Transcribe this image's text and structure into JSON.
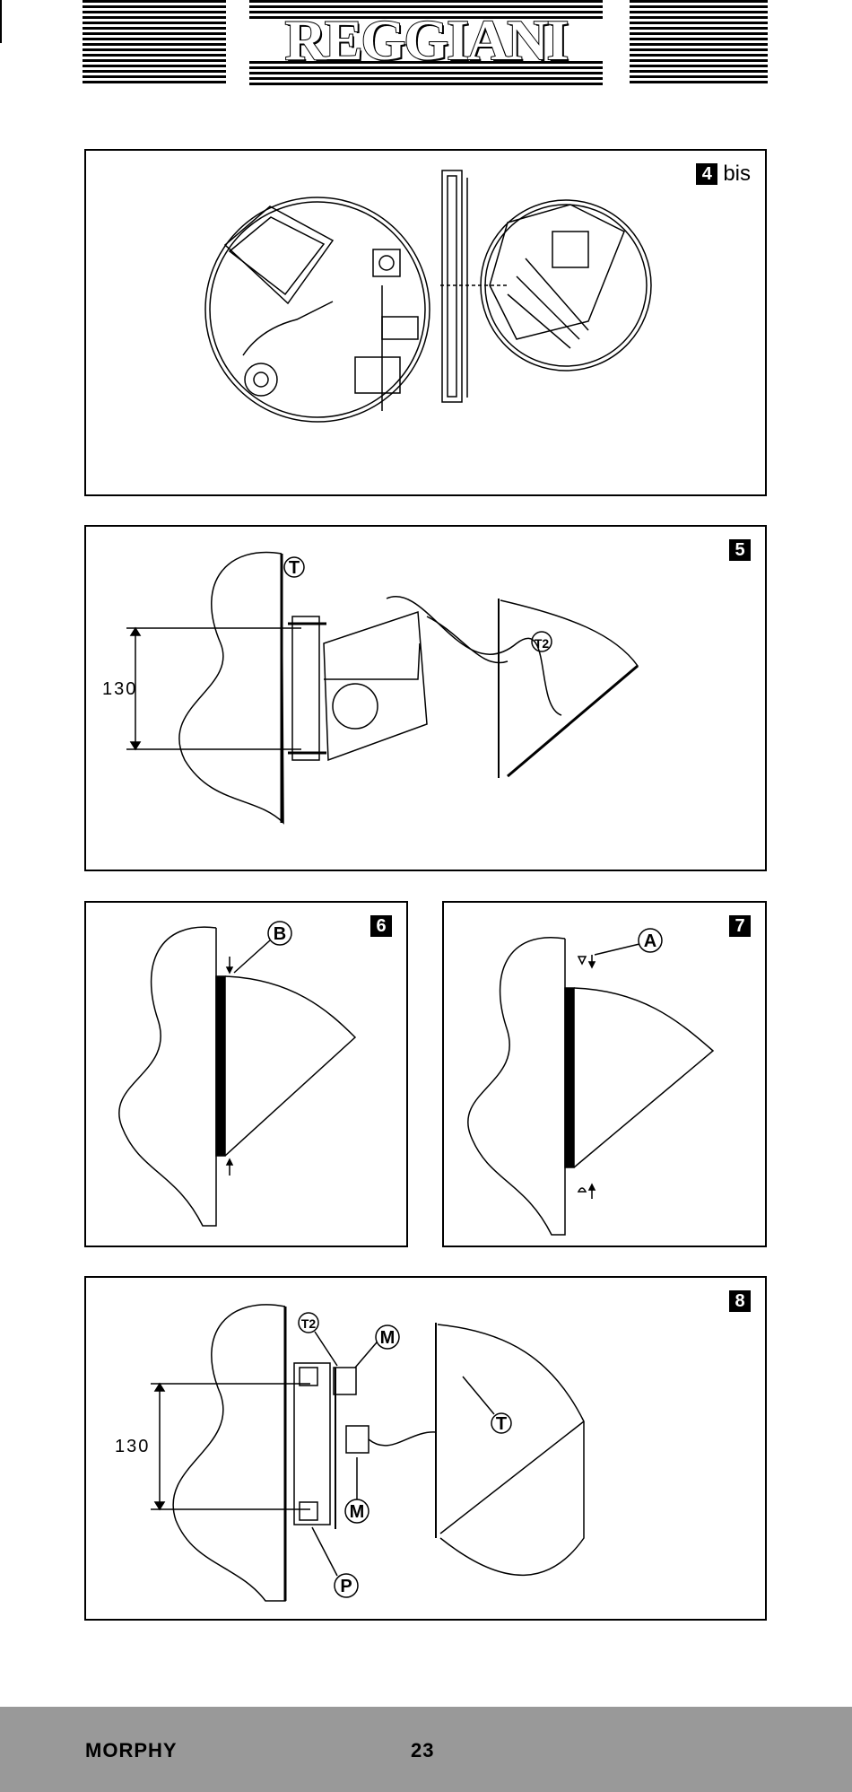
{
  "header": {
    "brand": "REGGIANI"
  },
  "figures": [
    {
      "number": "4",
      "suffix": "bis"
    },
    {
      "number": "5",
      "suffix": "",
      "dimension": "130",
      "callouts": [
        "T",
        "T2"
      ]
    },
    {
      "number": "6",
      "suffix": "",
      "callouts": [
        "B"
      ]
    },
    {
      "number": "7",
      "suffix": "",
      "callouts": [
        "A"
      ]
    },
    {
      "number": "8",
      "suffix": "",
      "dimension": "130",
      "callouts": [
        "T2",
        "M",
        "T",
        "M",
        "P"
      ]
    }
  ],
  "footer": {
    "product": "MORPHY",
    "page_number": "23"
  }
}
